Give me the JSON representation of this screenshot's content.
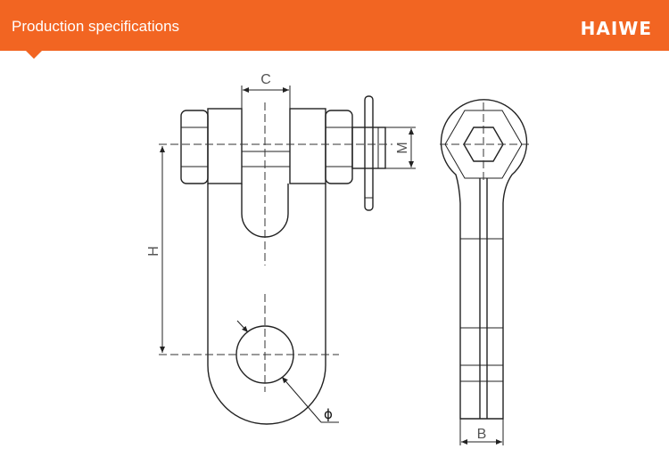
{
  "header": {
    "title": "Production specifications",
    "brand": "HAIWE",
    "background_color": "#f26522",
    "text_color": "#ffffff"
  },
  "drawing": {
    "dimension_labels": {
      "c": "C",
      "m": "M",
      "h": "H",
      "phi": "ϕ",
      "b": "B"
    }
  }
}
